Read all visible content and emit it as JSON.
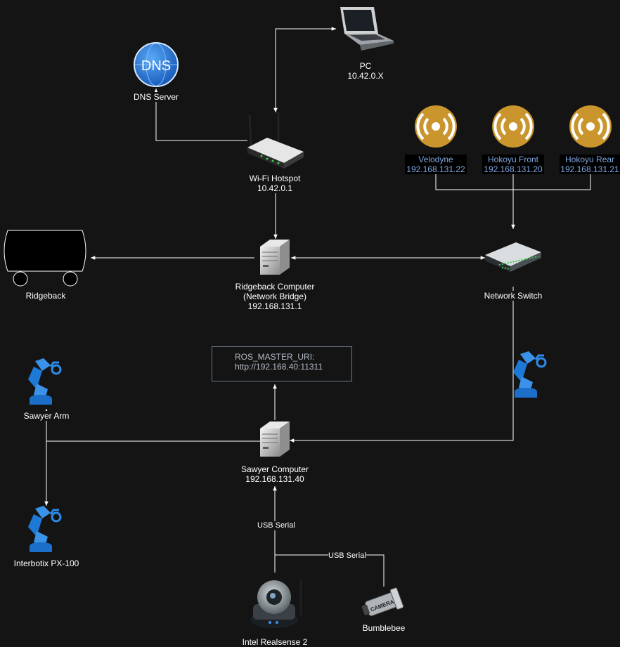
{
  "nodes": {
    "pc": {
      "name": "PC",
      "ip": "10.42.0.X"
    },
    "dns": {
      "name": "DNS Server",
      "icon_text": "DNS"
    },
    "wifi": {
      "name": "Wi-Fi Hotspot",
      "ip": "10.42.0.1"
    },
    "velodyne": {
      "name": "Velodyne",
      "ip": "192.168.131.22"
    },
    "hokuyo_front": {
      "name": "Hokoyu Front",
      "ip": "192.168.131.20"
    },
    "hokuyo_rear": {
      "name": "Hokoyu Rear",
      "ip": "192.168.131.21"
    },
    "ridgeback": {
      "name": "Ridgeback"
    },
    "ridgeback_computer": {
      "name": "Ridgeback Computer",
      "role": "(Network Bridge)",
      "ip": "192.168.131.1"
    },
    "network_switch": {
      "name": "Network Switch"
    },
    "sawyer_arm": {
      "name": "Sawyer Arm"
    },
    "ros_master": {
      "line1": "ROS_MASTER_URI:",
      "line2": "http://192.168.40:11311"
    },
    "sawyer_computer": {
      "name": "Sawyer Computer",
      "ip": "192.168.131.40"
    },
    "interbotix": {
      "name": "Interbotix PX-100"
    },
    "realsense": {
      "name": "Intel Realsense 2"
    },
    "bumblebee": {
      "name": "Bumblebee",
      "icon_text": "CAMERA"
    }
  },
  "edges": {
    "usb_serial_1": "USB Serial",
    "usb_serial_2": "USB Serial"
  },
  "colors": {
    "background": "#141414",
    "sensor_icon": "#c9952c",
    "dns_icon": "#1f6fd1",
    "arm_icon": "#1c7ad6",
    "ip_label": "#7ea6e0"
  }
}
